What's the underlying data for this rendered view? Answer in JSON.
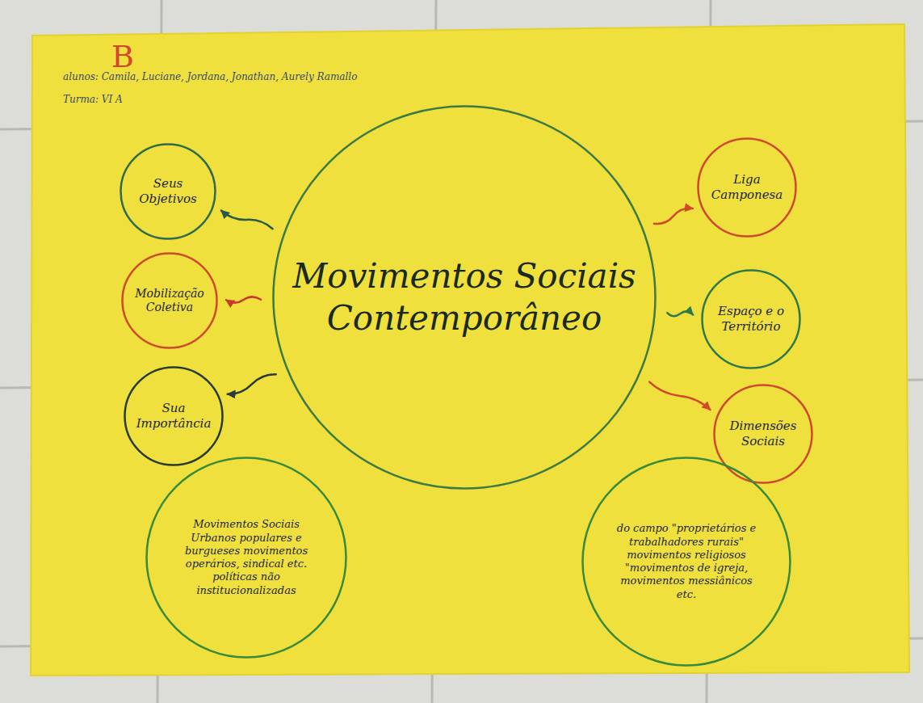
{
  "diagram": {
    "nodes": [
      {
        "text": [
          "Movimentos Sociais Contemporâneo"
        ]
      },
      {
        "text": [
          "Seus Objetivos"
        ]
      },
      {
        "text": [
          "Liga Camponesa"
        ]
      },
      {
        "text": [
          "Mobilização Coletiva"
        ]
      },
      {
        "text": [
          "Espaço e o Território"
        ]
      },
      {
        "text": [
          "Sua Importância"
        ]
      },
      {
        "text": [
          "Dimensões Sociais"
        ]
      },
      {
        "text": [
          "Movimentos Sociais Urbanos populares e burgueses movimentos operários, sindical etc. políticas não institucionalizadas"
        ]
      },
      {
        "text": [
          "do campo \"proprietários e trabalhadores rurais\" movimentos religiosos \"movimentos de igreja, movimentos messiânicos etc."
        ]
      }
    ],
    "edges": [
      {
        "from": 0,
        "to": 1,
        "arrow": "to"
      },
      {
        "from": 0,
        "to": 2,
        "arrow": "to"
      },
      {
        "from": 0,
        "to": 3,
        "arrow": "to"
      },
      {
        "from": 0,
        "to": 4,
        "arrow": "to"
      },
      {
        "from": 0,
        "to": 5,
        "arrow": "to"
      },
      {
        "from": 0,
        "to": 6,
        "arrow": "to"
      }
    ],
    "labels": [
      "B",
      "alunos: Camila, Luciane, Jordana, Jonathan, Aurely Ramallo",
      "Turma: VI A"
    ]
  }
}
